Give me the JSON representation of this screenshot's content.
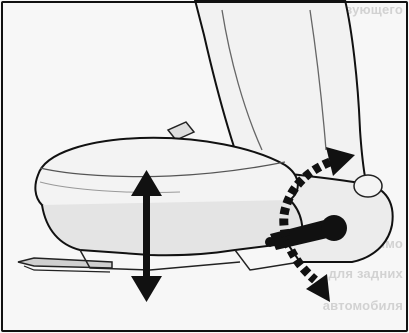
{
  "background_text": [
    "соответствующего",
    "Необходимо",
    "для задних",
    "автомобиля"
  ],
  "colors": {
    "seat_fill": "#f1f1f1",
    "seat_shade": "#d9d9d9",
    "outline": "#111111",
    "arrow": "#111111",
    "lever": "#111111"
  },
  "icons": {
    "height_arrow": "double-vertical-arrow-icon",
    "recline_arrow": "curved-dashed-arrow-icon"
  }
}
